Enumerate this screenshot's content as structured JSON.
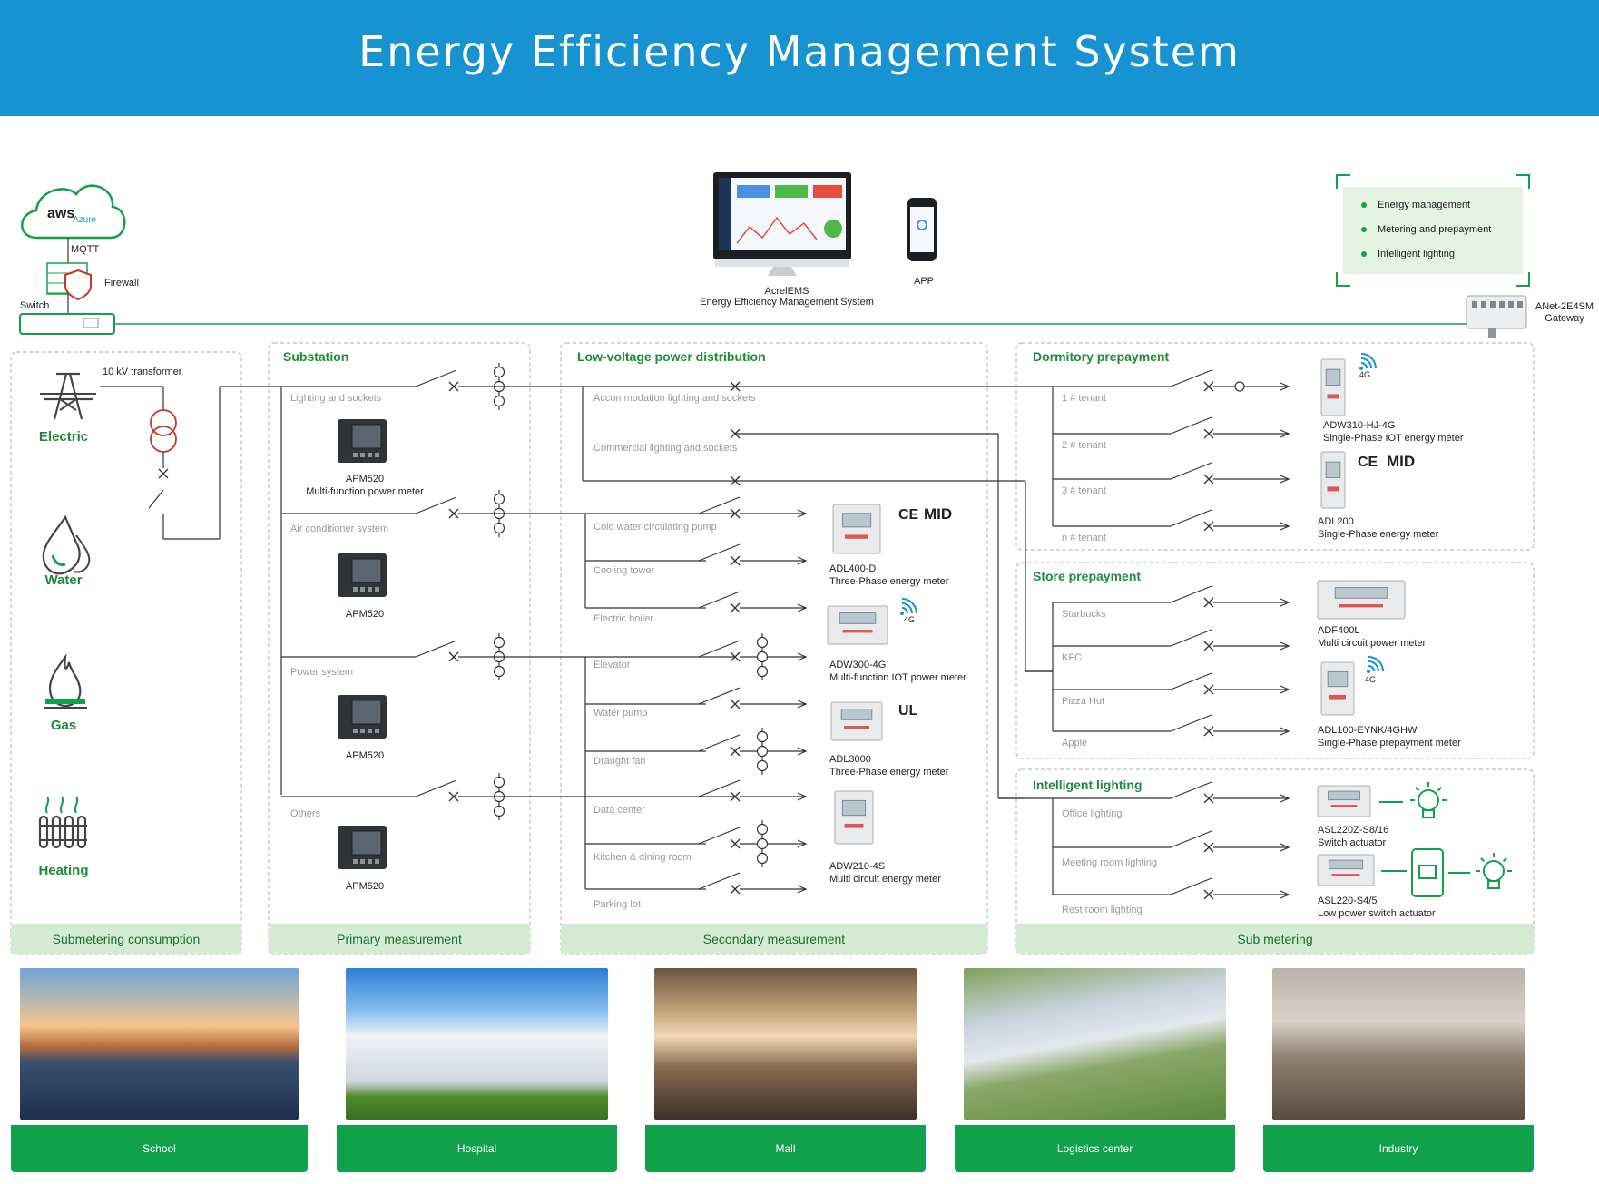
{
  "header": {
    "title": "Energy Efficiency Management System"
  },
  "colors": {
    "header_blue": "#1793d2",
    "accent_green": "#12a14b",
    "label_green": "#1e8a3b",
    "footer_bg": "#d4ecd1",
    "line_grey": "#333333"
  },
  "top": {
    "cloud_aws": "aws",
    "cloud_azure": "Azure",
    "mqtt": "MQTT",
    "firewall": "Firewall",
    "switch": "Switch",
    "ems_name": "AcrelEMS",
    "ems_desc": "Energy Efficiency Management System",
    "app": "APP",
    "gateway_name": "ANet-2E4SM",
    "gateway_type": "Gateway"
  },
  "legend": [
    "Energy management",
    "Metering and prepayment",
    "Intelligent lighting"
  ],
  "energy_sources": [
    {
      "label": "Electric",
      "icon": "tower-icon"
    },
    {
      "label": "Water",
      "icon": "water-drop-icon"
    },
    {
      "label": "Gas",
      "icon": "flame-icon"
    },
    {
      "label": "Heating",
      "icon": "radiator-icon"
    }
  ],
  "transformer_label": "10 kV transformer",
  "substation": {
    "title": "Substation",
    "groups": [
      {
        "label": "Lighting and sockets",
        "meter": "APM520",
        "desc": "Multi-function power meter"
      },
      {
        "label": "Air conditioner system",
        "meter": "APM520",
        "desc": ""
      },
      {
        "label": "Power system",
        "meter": "APM520",
        "desc": ""
      },
      {
        "label": "Others",
        "meter": "APM520",
        "desc": ""
      }
    ]
  },
  "lowvoltage": {
    "title": "Low-voltage power distribution",
    "circuits": [
      "Accommodation lighting and sockets",
      "Commercial lighting and sockets",
      "Cold water circulating pump",
      "Cooling tower",
      "Electric boiler",
      "Elevator",
      "Water pump",
      "Draught fan",
      "Data center",
      "Kitchen & dining room",
      "Parking lot"
    ],
    "devices": [
      {
        "model": "ADL400-D",
        "desc": "Three-Phase energy meter",
        "cert": "MID"
      },
      {
        "model": "ADW300-4G",
        "desc": "Multi-function IOT power meter",
        "cert": "4G"
      },
      {
        "model": "ADL3000",
        "desc": "Three-Phase energy meter",
        "cert": "UL"
      },
      {
        "model": "ADW210-4S",
        "desc": "Multi circuit energy meter",
        "cert": ""
      }
    ]
  },
  "dormitory": {
    "title": "Dormitory prepayment",
    "tenants": [
      "1 # tenant",
      "2 # tenant",
      "3 # tenant",
      "n # tenant"
    ],
    "devices": [
      {
        "model": "ADW310-HJ-4G",
        "desc": "Single-Phase IOT energy meter",
        "cert": "4G"
      },
      {
        "model": "ADL200",
        "desc": "Single-Phase energy meter",
        "cert": "MID"
      }
    ]
  },
  "store": {
    "title": "Store prepayment",
    "stores": [
      "Starbucks",
      "KFC",
      "Pizza Hut",
      "Apple"
    ],
    "devices": [
      {
        "model": "ADF400L",
        "desc": "Multi circuit power meter",
        "cert": ""
      },
      {
        "model": "ADL100-EYNK/4GHW",
        "desc": "Single-Phase prepayment meter",
        "cert": "4G"
      }
    ]
  },
  "lighting": {
    "title": "Intelligent lighting",
    "areas": [
      "Office lighting",
      "Meeting room lighting",
      "Rest room lighting"
    ],
    "devices": [
      {
        "model": "ASL220Z-S8/16",
        "desc": "Switch actuator"
      },
      {
        "model": "ASL220-S4/5",
        "desc": "Low power switch actuator"
      }
    ]
  },
  "footer_labels": [
    "Submetering consumption",
    "Primary measurement",
    "Secondary measurement",
    "Sub metering"
  ],
  "cert_ce": "CE",
  "cert_4g": "4G",
  "applications": [
    "School",
    "Hospital",
    "Mall",
    "Logistics center",
    "Industry"
  ]
}
